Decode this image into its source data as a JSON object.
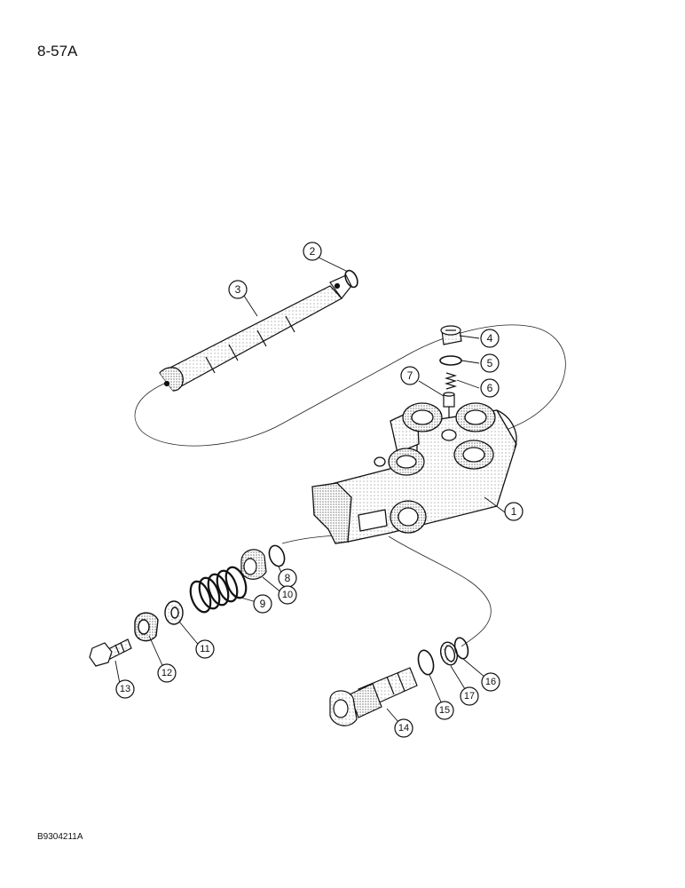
{
  "page": {
    "number": "8-57A",
    "figure_code": "B9304211A"
  },
  "callouts": [
    {
      "id": "c1",
      "label": "1"
    },
    {
      "id": "c2",
      "label": "2"
    },
    {
      "id": "c3",
      "label": "3"
    },
    {
      "id": "c4",
      "label": "4"
    },
    {
      "id": "c5",
      "label": "5"
    },
    {
      "id": "c6",
      "label": "6"
    },
    {
      "id": "c7",
      "label": "7"
    },
    {
      "id": "c8",
      "label": "8"
    },
    {
      "id": "c9",
      "label": "9"
    },
    {
      "id": "c10",
      "label": "10"
    },
    {
      "id": "c11",
      "label": "11"
    },
    {
      "id": "c12",
      "label": "12"
    },
    {
      "id": "c13",
      "label": "13"
    },
    {
      "id": "c14",
      "label": "14"
    },
    {
      "id": "c15",
      "label": "15"
    },
    {
      "id": "c16",
      "label": "16"
    },
    {
      "id": "c17",
      "label": "17"
    }
  ]
}
